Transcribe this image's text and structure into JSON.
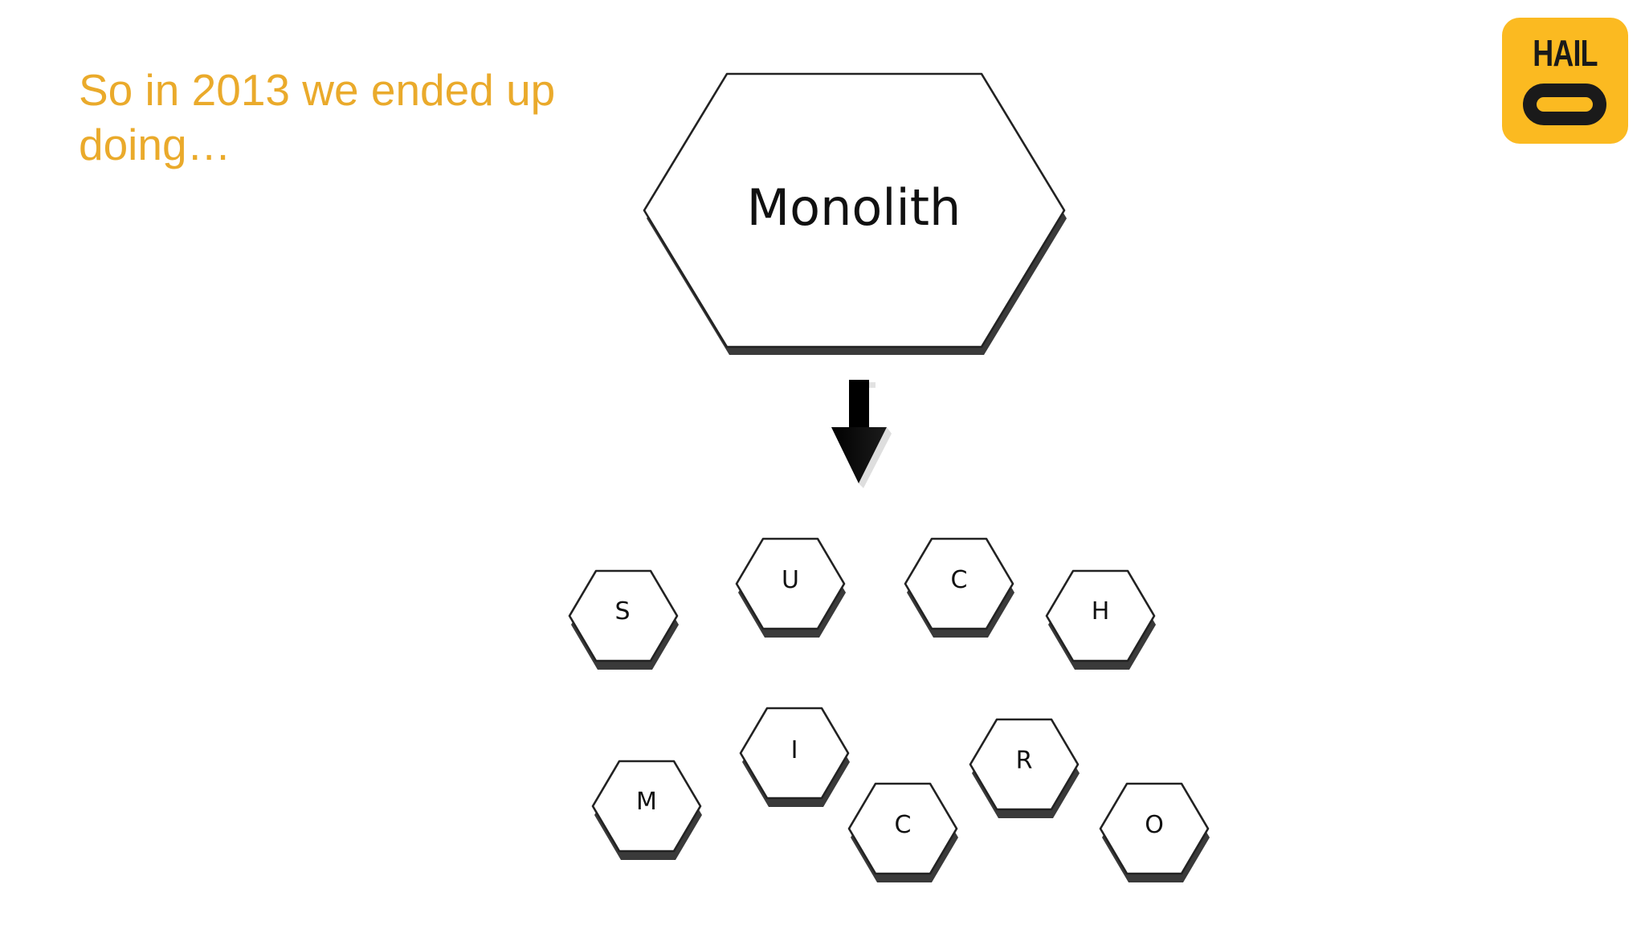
{
  "slide": {
    "title": "So in 2013 we ended up doing…"
  },
  "logo": {
    "text": "HAIL",
    "background": "#fbba21",
    "foreground": "#1a1a1a"
  },
  "colors": {
    "title": "#eaaa2b",
    "stroke": "#222222",
    "fill": "#ffffff"
  },
  "diagram": {
    "monolith": {
      "label": "Monolith"
    },
    "arrow": {
      "icon": "down-arrow-icon"
    },
    "services": [
      {
        "id": "s",
        "label": "S"
      },
      {
        "id": "u",
        "label": "U"
      },
      {
        "id": "c1",
        "label": "C"
      },
      {
        "id": "h",
        "label": "H"
      },
      {
        "id": "m",
        "label": "M"
      },
      {
        "id": "i",
        "label": "I"
      },
      {
        "id": "c2",
        "label": "C"
      },
      {
        "id": "r",
        "label": "R"
      },
      {
        "id": "o",
        "label": "O"
      }
    ]
  }
}
